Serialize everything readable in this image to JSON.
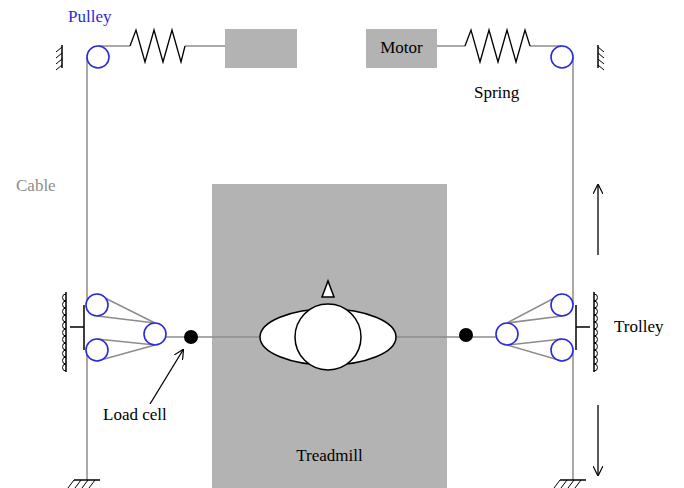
{
  "diagram": {
    "nodes": [
      {
        "text": [
          "Motor"
        ]
      },
      {
        "text": [
          "Treadmill"
        ]
      }
    ],
    "labels": [
      "Pulley",
      "Cable",
      "Spring",
      "Trolley",
      "Load cell"
    ]
  }
}
